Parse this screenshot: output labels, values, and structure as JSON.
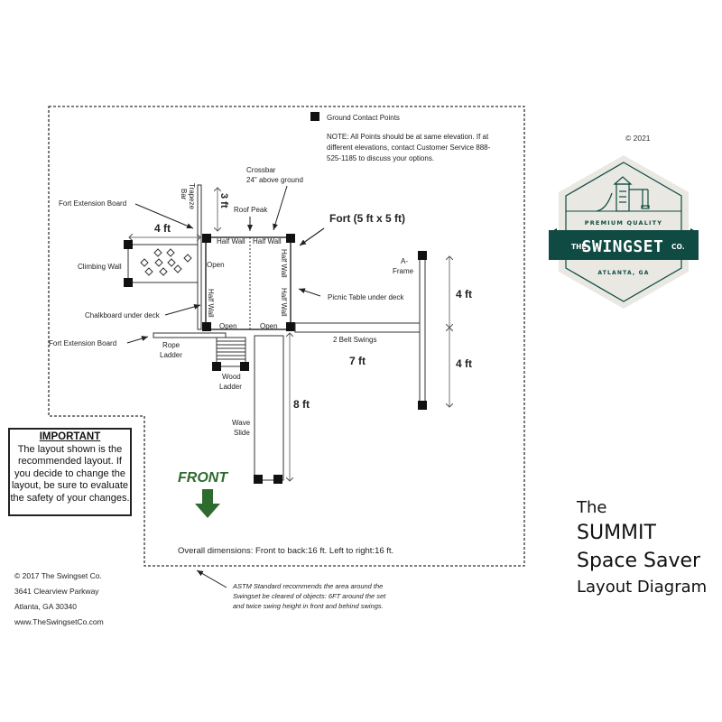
{
  "legend": {
    "ground_contact_label": "Ground Contact Points",
    "note_lines": [
      "NOTE: All Points should be at same elevation.  If at",
      "different elevations, contact Customer Service 888-",
      "525-1185 to discuss your options."
    ]
  },
  "labels": {
    "crossbar_line1": "Crossbar",
    "crossbar_line2": "24\" above ground",
    "roof_peak": "Roof Peak",
    "trapeze_bar": "Trapeze Bar",
    "fort_extension_board_top": "Fort Extension Board",
    "fort_extension_board_bottom": "Fort Extension Board",
    "fort_title": "Fort  (5 ft x 5 ft)",
    "climbing_wall": "Climbing Wall",
    "chalkboard": "Chalkboard under deck",
    "picnic_table": "Picnic Table under deck",
    "a_frame_line1": "A-",
    "a_frame_line2": "Frame",
    "half_wall": "Half Wall",
    "open": "Open",
    "rope_ladder_line1": "Rope",
    "rope_ladder_line2": "Ladder",
    "wood_ladder_line1": "Wood",
    "wood_ladder_line2": "Ladder",
    "belt_swings": "2 Belt Swings",
    "wave_slide_line1": "Wave",
    "wave_slide_line2": "Slide",
    "front": "FRONT",
    "overall_dimensions": "Overall dimensions:  Front to back:16 ft.    Left to right:16 ft.",
    "astm_lines": [
      "ASTM Standard recommends the area around the",
      "Swingset be cleared of objects: 6FT around the set",
      "and twice swing height in front and behind swings."
    ]
  },
  "dimensions": {
    "trapeze_height": "3 ft",
    "climbing_wall_width": "4 ft",
    "swing_length": "7 ft",
    "slide_length": "8 ft",
    "a_frame_upper": "4 ft",
    "a_frame_lower": "4 ft"
  },
  "important": {
    "heading": "IMPORTANT",
    "body": "The layout shown is the recommended layout.  If you decide to change the layout, be sure to evaluate the safety of your changes."
  },
  "address": {
    "line1": "© 2017  The Swingset Co.",
    "line2": "3641 Clearview Parkway",
    "line3": "Atlanta, GA 30340",
    "line4": "www.TheSwingsetCo.com"
  },
  "logo": {
    "copyright": "© 2021",
    "premium": "PREMIUM QUALITY",
    "the": "THE",
    "brand": "SWINGSET",
    "co": "CO.",
    "location": "ATLANTA, GA",
    "colors": {
      "green": "#0f4a43",
      "cream": "#e9e8e2",
      "ribbon_shadow": "#083530"
    }
  },
  "title_block": {
    "line1": "The",
    "line2": "SUMMIT",
    "line3": "Space Saver",
    "line4": "Layout Diagram"
  },
  "colors": {
    "front_green": "#2e6b2e",
    "line": "#222222",
    "dim_line": "#777777"
  }
}
